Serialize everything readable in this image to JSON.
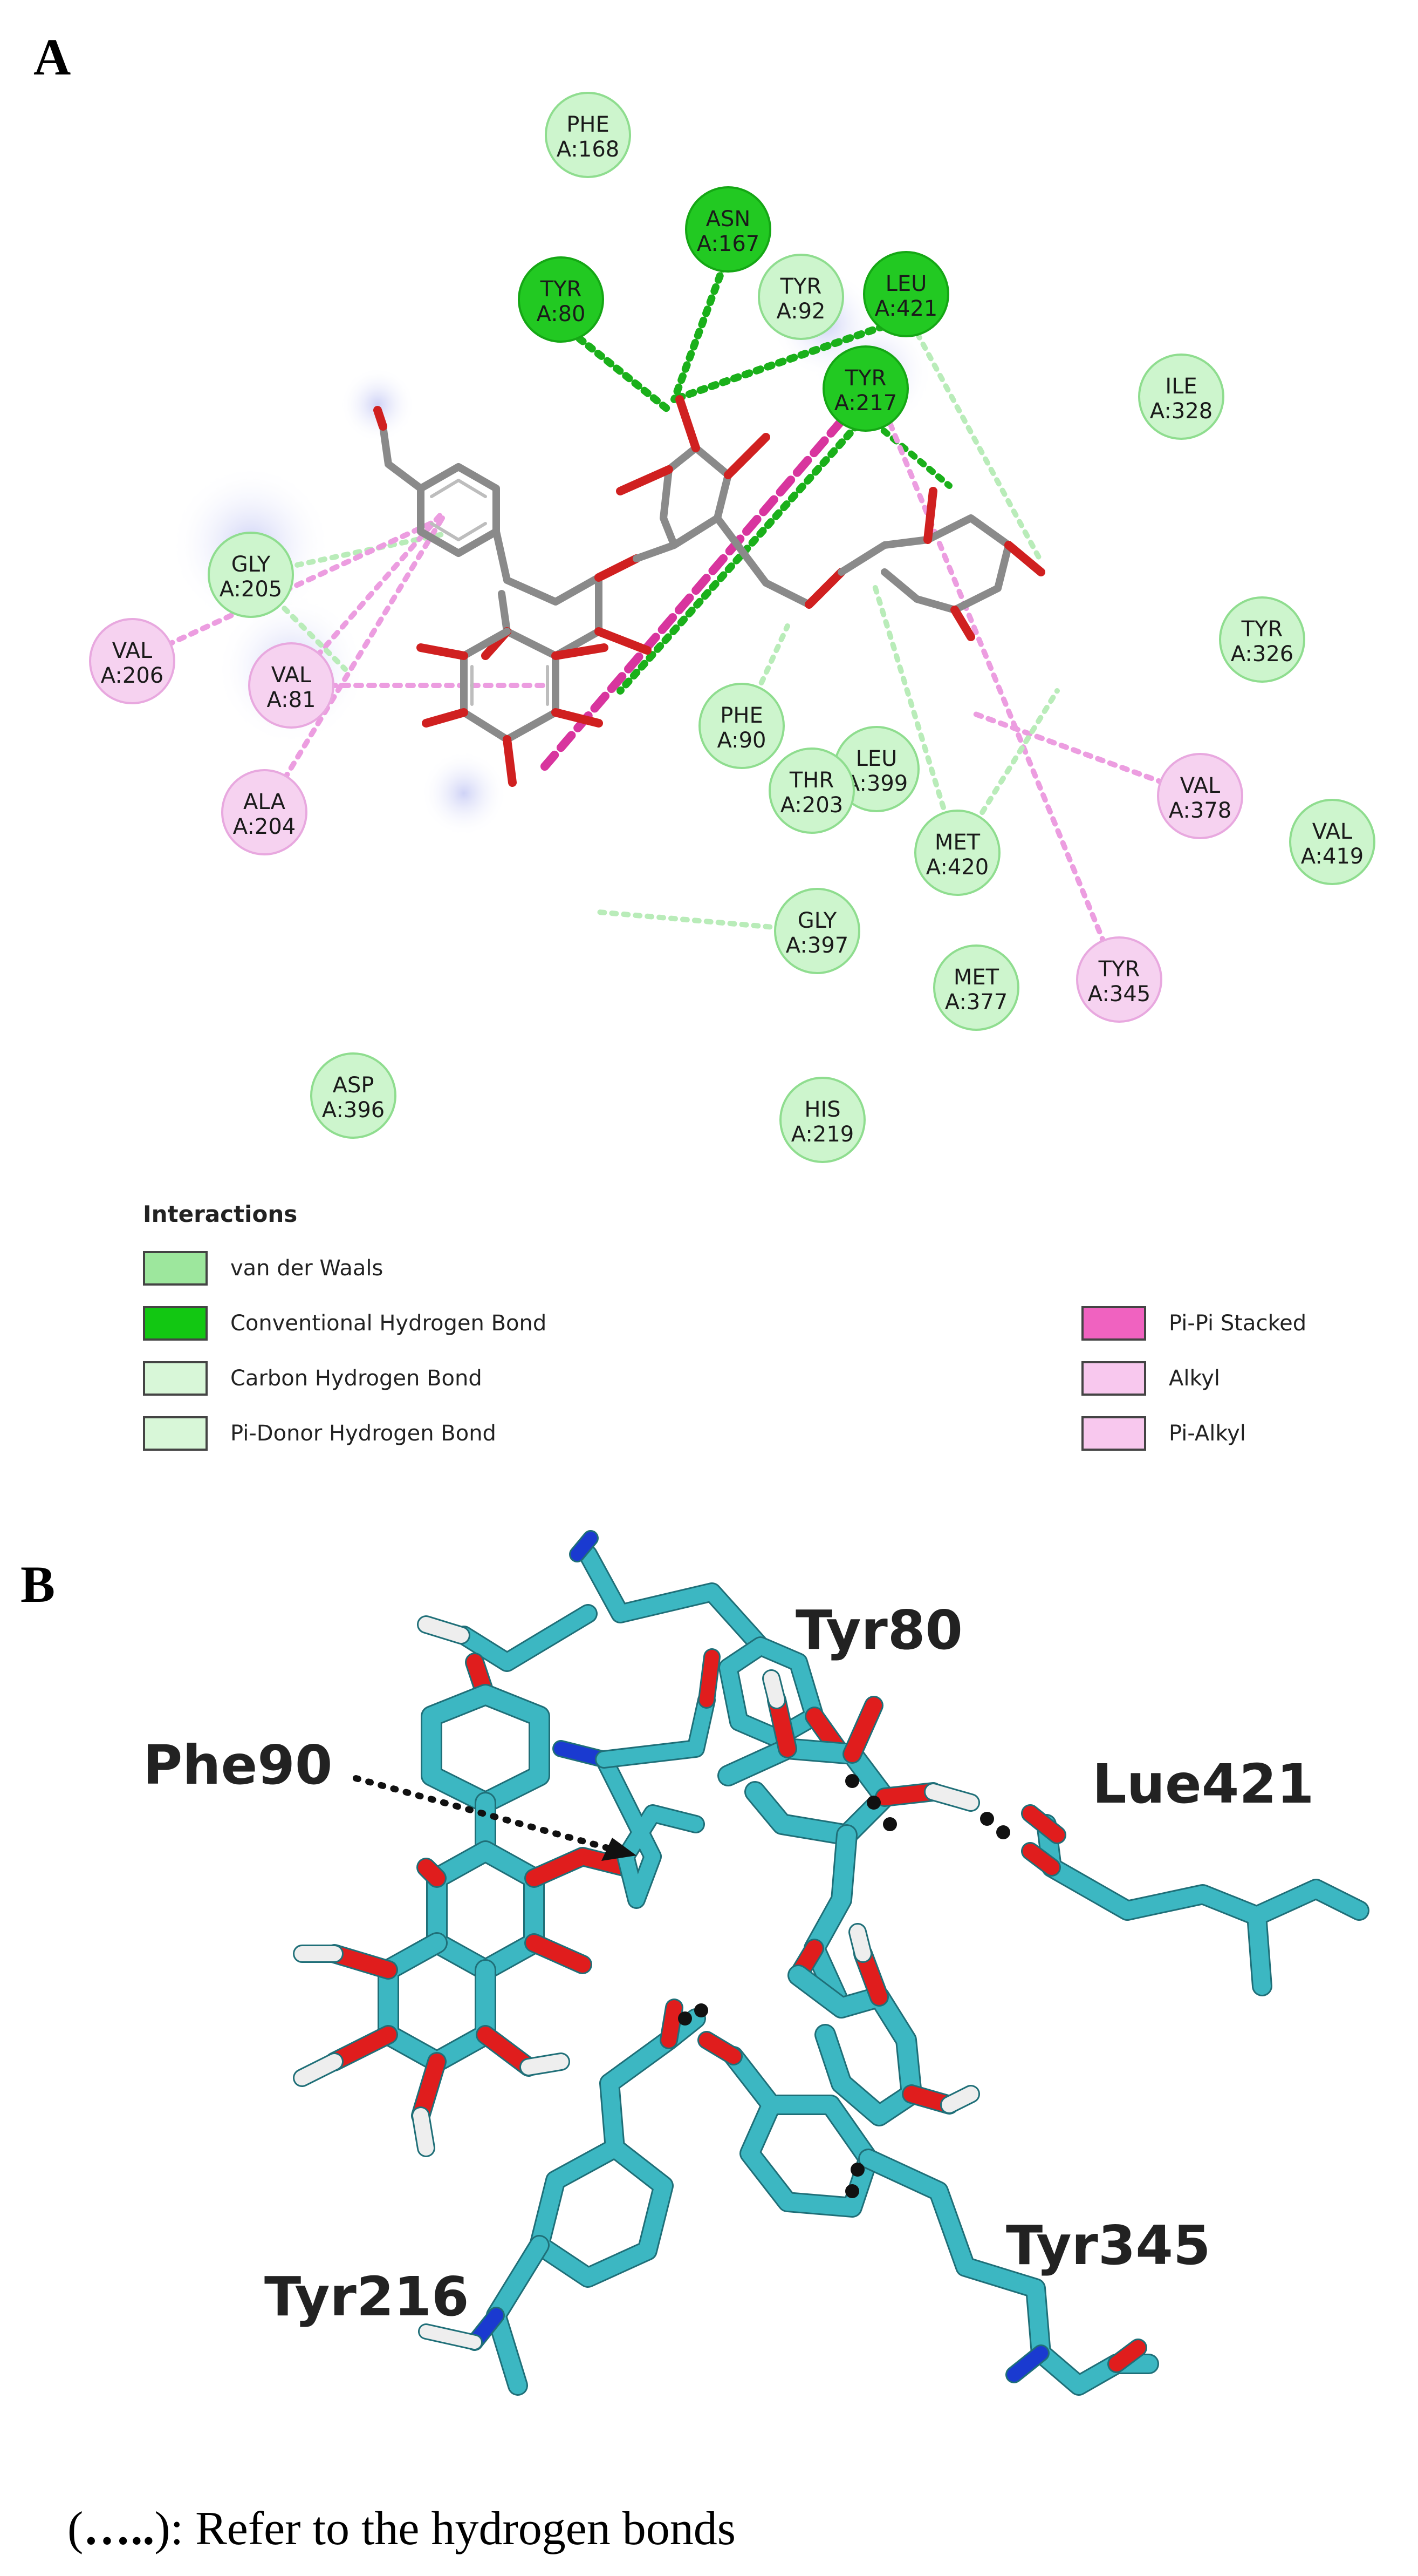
{
  "panel_a": {
    "letter": "A",
    "residues": [
      {
        "id": "phe168",
        "name": "PHE",
        "pos": "A:168",
        "type": "vdw"
      },
      {
        "id": "asn167",
        "name": "ASN",
        "pos": "A:167",
        "type": "hbond"
      },
      {
        "id": "tyr80",
        "name": "TYR",
        "pos": "A:80",
        "type": "hbond"
      },
      {
        "id": "tyr92",
        "name": "TYR",
        "pos": "A:92",
        "type": "vdw"
      },
      {
        "id": "leu421",
        "name": "LEU",
        "pos": "A:421",
        "type": "hbond"
      },
      {
        "id": "tyr217",
        "name": "TYR",
        "pos": "A:217",
        "type": "hbond"
      },
      {
        "id": "ile328",
        "name": "ILE",
        "pos": "A:328",
        "type": "vdw"
      },
      {
        "id": "gly205",
        "name": "GLY",
        "pos": "A:205",
        "type": "vdw"
      },
      {
        "id": "val206",
        "name": "VAL",
        "pos": "A:206",
        "type": "alkyl"
      },
      {
        "id": "val81",
        "name": "VAL",
        "pos": "A:81",
        "type": "alkyl"
      },
      {
        "id": "tyr326",
        "name": "TYR",
        "pos": "A:326",
        "type": "vdw"
      },
      {
        "id": "phe90",
        "name": "PHE",
        "pos": "A:90",
        "type": "vdw"
      },
      {
        "id": "leu399",
        "name": "LEU",
        "pos": "A:399",
        "type": "vdw"
      },
      {
        "id": "thr203",
        "name": "THR",
        "pos": "A:203",
        "type": "vdw"
      },
      {
        "id": "val378",
        "name": "VAL",
        "pos": "A:378",
        "type": "alkyl"
      },
      {
        "id": "val419",
        "name": "VAL",
        "pos": "A:419",
        "type": "vdw"
      },
      {
        "id": "ala204",
        "name": "ALA",
        "pos": "A:204",
        "type": "alkyl"
      },
      {
        "id": "met420",
        "name": "MET",
        "pos": "A:420",
        "type": "vdw"
      },
      {
        "id": "gly397",
        "name": "GLY",
        "pos": "A:397",
        "type": "vdw"
      },
      {
        "id": "met377",
        "name": "MET",
        "pos": "A:377",
        "type": "vdw"
      },
      {
        "id": "tyr345",
        "name": "TYR",
        "pos": "A:345",
        "type": "alkyl"
      },
      {
        "id": "asp396",
        "name": "ASP",
        "pos": "A:396",
        "type": "vdw"
      },
      {
        "id": "his219",
        "name": "HIS",
        "pos": "A:219",
        "type": "vdw"
      }
    ],
    "legend": {
      "title": "Interactions",
      "items": [
        {
          "label": "van der Waals",
          "color": "#9de79d"
        },
        {
          "label": "Conventional Hydrogen Bond",
          "color": "#12c712"
        },
        {
          "label": "Carbon Hydrogen Bond",
          "color": "#d8f7d8"
        },
        {
          "label": "Pi-Donor Hydrogen Bond",
          "color": "#d8f7d8"
        },
        {
          "label": "Pi-Pi Stacked",
          "color": "#f062c0"
        },
        {
          "label": "Alkyl",
          "color": "#f8c8ee"
        },
        {
          "label": "Pi-Alkyl",
          "color": "#f8c8ee"
        }
      ]
    }
  },
  "panel_b": {
    "letter": "B",
    "labels": [
      "Tyr80",
      "Phe90",
      "Lue421",
      "Tyr216",
      "Tyr345"
    ]
  },
  "caption": {
    "open": "(",
    "dots": "…..",
    "rest": "): Refer to the hydrogen bonds"
  },
  "colors": {
    "vdw_fill": "#cdf5cd",
    "hbond_fill": "#22c922",
    "alkyl_fill": "#f6d2f0",
    "carbon": "#3cb7c2",
    "oxygen": "#e01d1d",
    "nitrogen": "#1a3ad0",
    "hydrogen": "#f2f2f2"
  }
}
